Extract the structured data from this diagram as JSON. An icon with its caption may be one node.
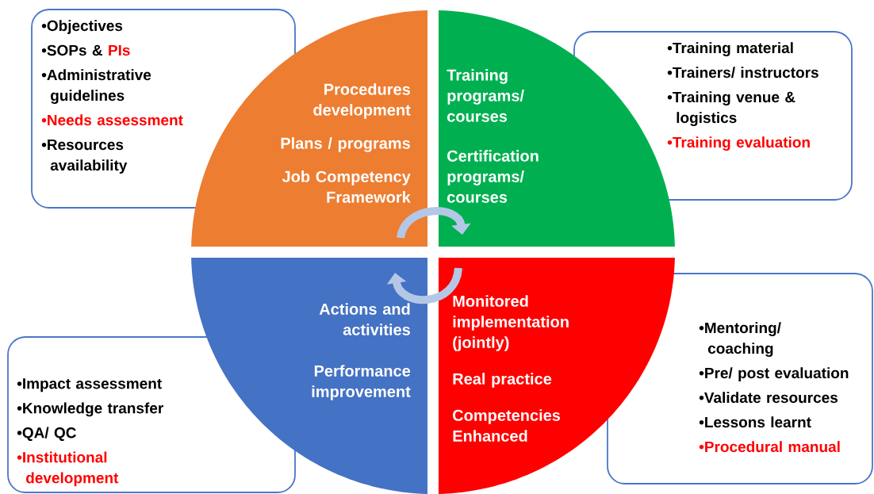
{
  "diagram": {
    "nodes": [
      {
        "text": [
          "Procedures development",
          "Plans / programs",
          "Job Competency Framework"
        ]
      },
      {
        "text": [
          "Training programs/ courses",
          "Certification programs/ courses"
        ]
      },
      {
        "text": [
          "Actions and activities",
          "Performance improvement"
        ]
      },
      {
        "text": [
          "Monitored implementation (jointly)",
          "Real practice",
          "Competencies Enhanced"
        ]
      },
      {
        "text": [
          "•Objectives",
          "•SOPs & **PIs**",
          "•Administrative guidelines",
          "•Needs assessment",
          "•Resources availability"
        ]
      },
      {
        "text": [
          "•Training material",
          "•Trainers/ instructors",
          "•Training venue & logistics",
          "•Training evaluation"
        ]
      },
      {
        "text": [
          "•Mentoring/ coaching",
          "•Pre/ post evaluation",
          "•Validate resources",
          "•Lessons learnt",
          "•Procedural manual"
        ]
      },
      {
        "text": [
          "•Impact assessment",
          "•Knowledge transfer",
          "•QA/ QC",
          "•Institutional development"
        ]
      }
    ],
    "edges": [
      {
        "from": 0,
        "to": 1,
        "arrow": "to"
      },
      {
        "from": 3,
        "to": 2,
        "arrow": "to"
      }
    ]
  }
}
